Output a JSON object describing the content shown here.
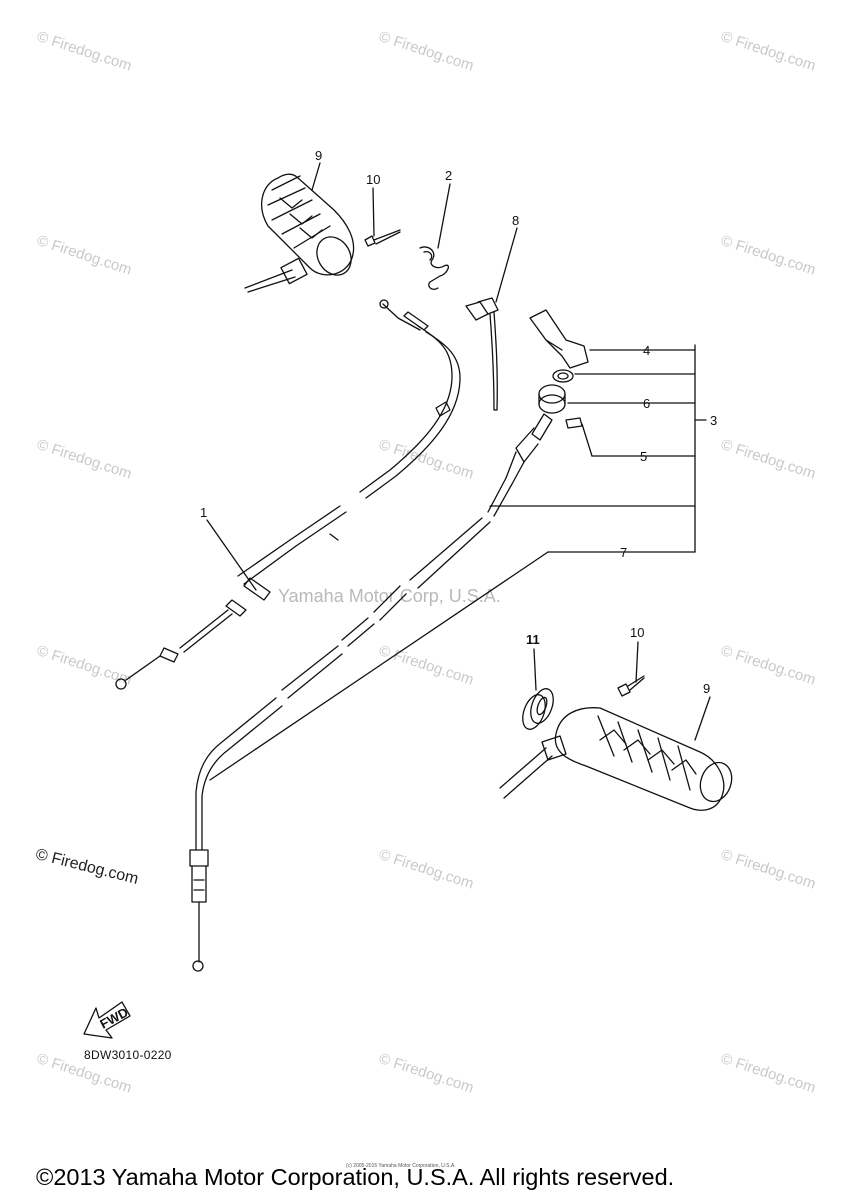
{
  "watermarks": {
    "repeat": "© Firedog.com",
    "center": "Yamaha Motor Corp, U.S.A.",
    "dark": "© Firedog.com"
  },
  "diagram": {
    "callouts": [
      "1",
      "2",
      "3",
      "4",
      "5",
      "6",
      "7",
      "8",
      "9",
      "10",
      "11"
    ],
    "fwd_label": "FWD",
    "part_code": "8DW3010-0220"
  },
  "footer": {
    "fine_print": "(c) 2005-2015 Yamaha Motor Corporation, U.S.A.",
    "copyright": "©2013 Yamaha Motor Corporation, U.S.A. All rights reserved."
  },
  "colors": {
    "ink": "#111111",
    "watermark": "#c9c9c9"
  }
}
